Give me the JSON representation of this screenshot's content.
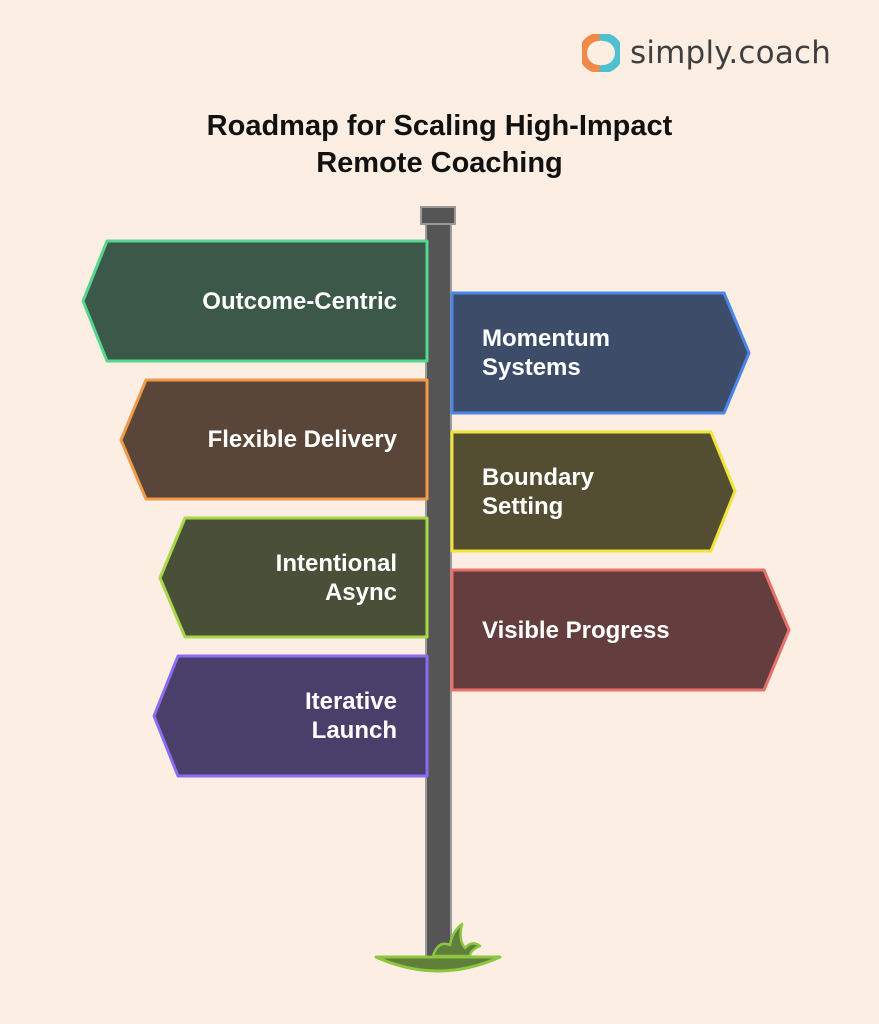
{
  "logo": {
    "icon": "simply-coach-logo-icon",
    "text": "simply.coach",
    "colors": {
      "orange": "#f08a48",
      "teal": "#4fc0cf",
      "text": "#3f3f3f"
    }
  },
  "title": {
    "line1": "Roadmap for Scaling High-Impact",
    "line2": "Remote Coaching"
  },
  "signpost": {
    "post_color": "#555555",
    "post_border": "#9a9a9a",
    "ground_color": "#5f7f3b",
    "grass_color": "#8cc63f"
  },
  "signs": [
    {
      "label_line1": "Outcome-Centric",
      "label_line2": "",
      "side": "left",
      "fill": "#3b5849",
      "border": "#56d68f"
    },
    {
      "label_line1": "Momentum",
      "label_line2": "Systems",
      "side": "right",
      "fill": "#3d4d69",
      "border": "#4a86e8"
    },
    {
      "label_line1": "Flexible Delivery",
      "label_line2": "",
      "side": "left",
      "fill": "#5a4638",
      "border": "#f09a4a"
    },
    {
      "label_line1": "Boundary",
      "label_line2": "Setting",
      "side": "right",
      "fill": "#534e31",
      "border": "#f2e33a"
    },
    {
      "label_line1": "Intentional",
      "label_line2": "Async",
      "side": "left",
      "fill": "#4a4f37",
      "border": "#a6d84a"
    },
    {
      "label_line1": "Visible Progress",
      "label_line2": "",
      "side": "right",
      "fill": "#643d3f",
      "border": "#e8706a"
    },
    {
      "label_line1": "Iterative",
      "label_line2": "Launch",
      "side": "left",
      "fill": "#4a3f6a",
      "border": "#8a6cf0"
    }
  ]
}
